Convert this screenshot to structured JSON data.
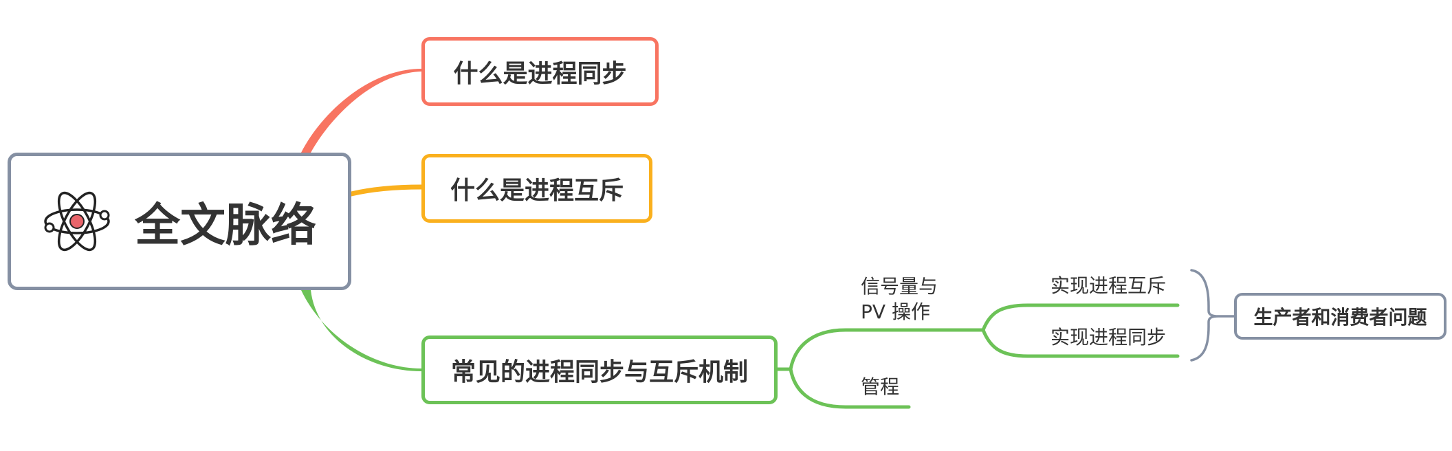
{
  "root": {
    "label": "全文脉络",
    "icon": "atom-icon"
  },
  "topics": [
    {
      "label": "什么是进程同步",
      "color": "#f87461"
    },
    {
      "label": "什么是进程互斥",
      "color": "#fab01d"
    },
    {
      "label": "常见的进程同步与互斥机制",
      "color": "#6cc257"
    }
  ],
  "mechanisms": {
    "semaphore": {
      "line1": "信号量与",
      "line2": "PV 操作"
    },
    "monitor": "管程"
  },
  "semaphore_uses": {
    "mutex": "实现进程互斥",
    "sync": "实现进程同步"
  },
  "summary": {
    "label": "生产者和消费者问题",
    "color": "#8590a3"
  },
  "colors": {
    "root_border": "#8590a3",
    "text": "#333333",
    "atom_core": "#e9656b"
  }
}
